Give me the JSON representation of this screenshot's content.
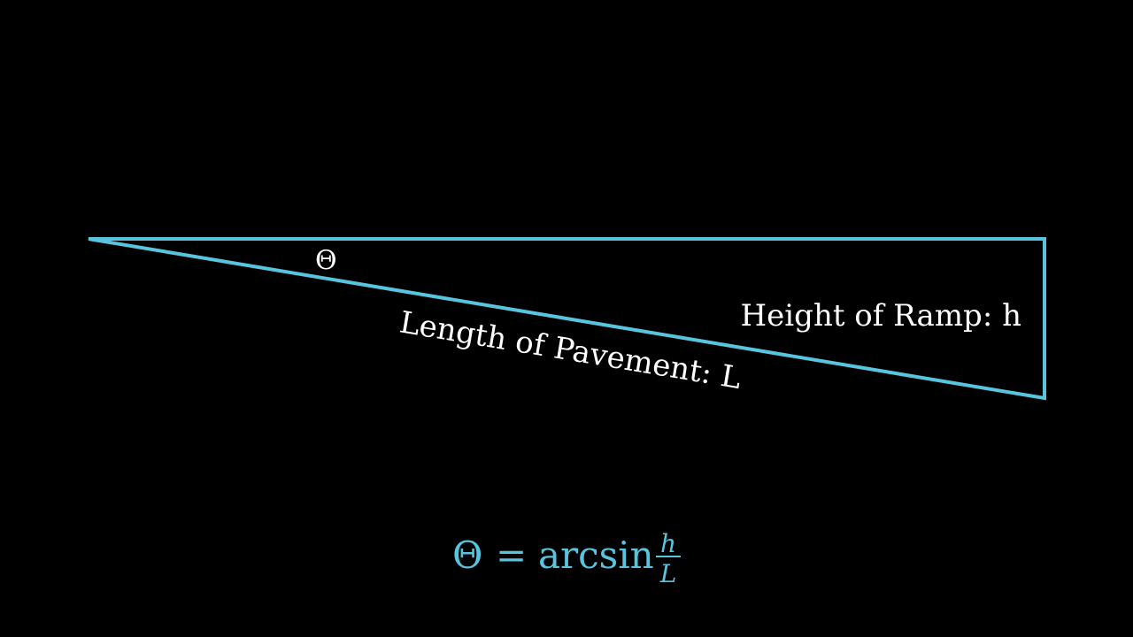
{
  "colors": {
    "background": "#000000",
    "shape_stroke": "#58c4dd",
    "label_text": "#ffffff",
    "formula_text": "#58c4dd"
  },
  "diagram": {
    "angle_symbol": "Θ",
    "hypotenuse_label": "Length of Pavement: L",
    "height_label": "Height of Ramp: h"
  },
  "formula": {
    "lhs": "Θ",
    "equals": "=",
    "function": "arcsin",
    "numerator": "h",
    "denominator": "L"
  }
}
